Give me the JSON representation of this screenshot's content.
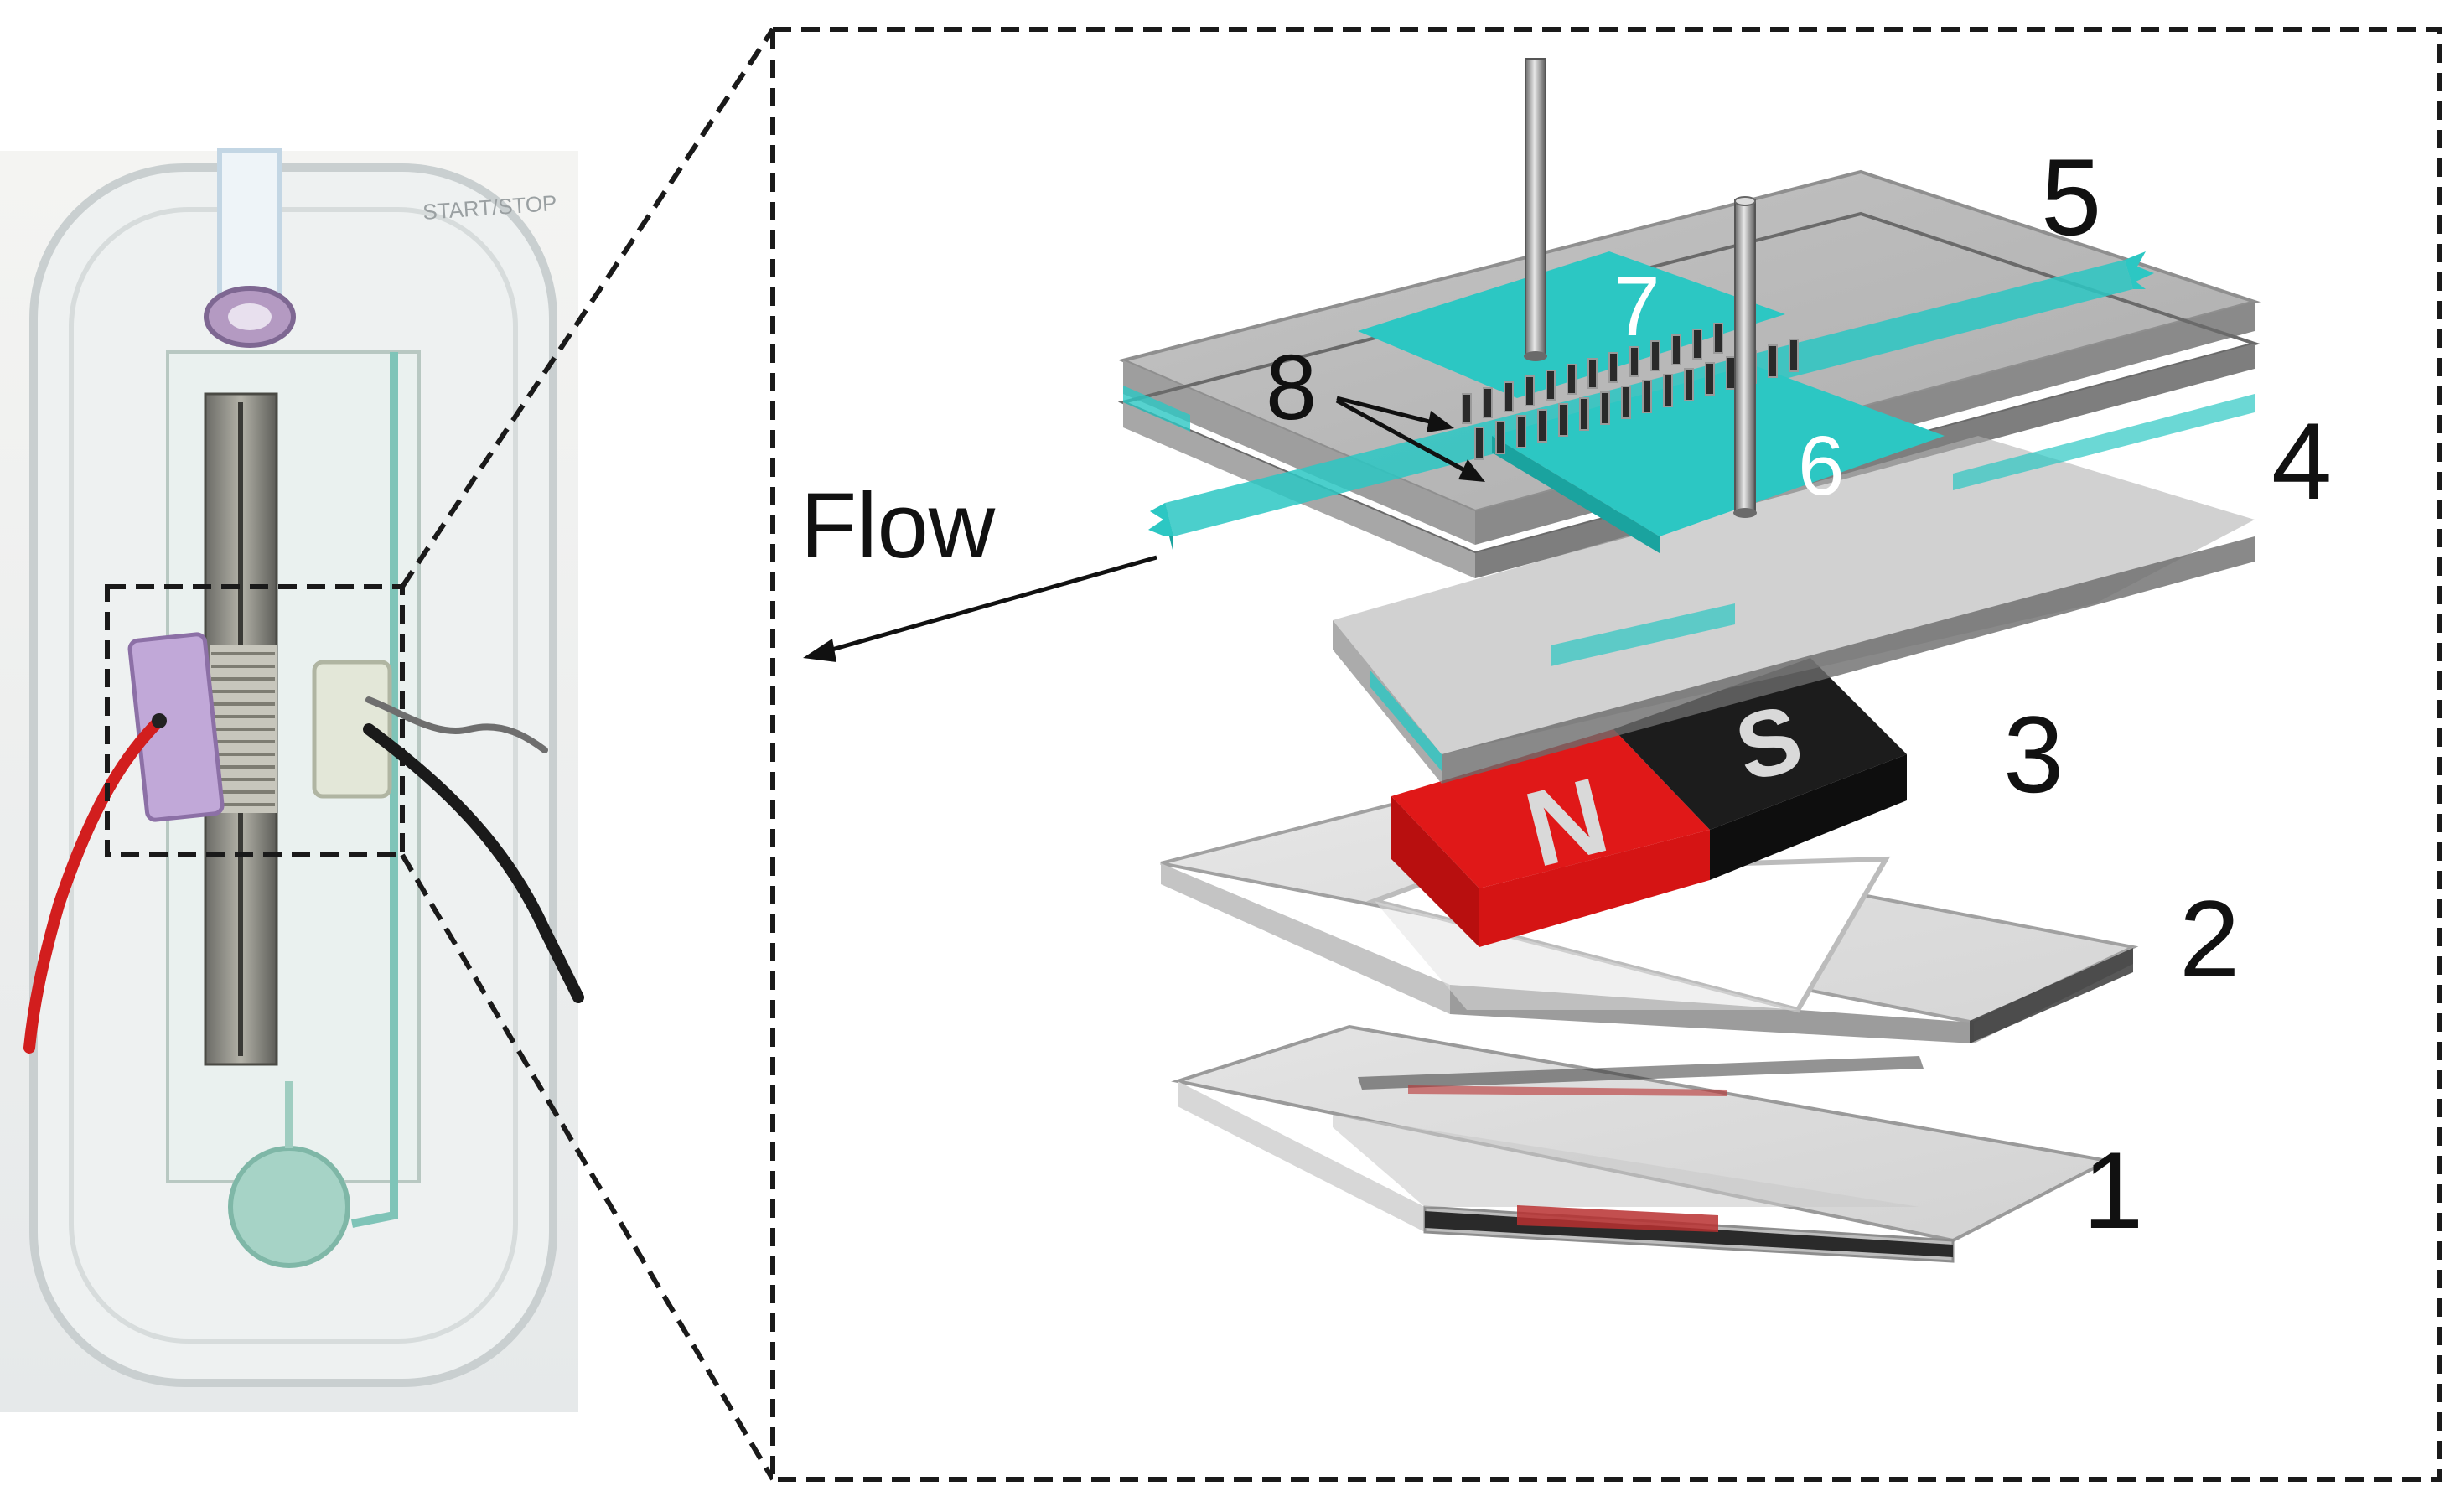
{
  "labels": {
    "flow": "Flow",
    "part_1": "1",
    "part_2": "2",
    "part_3": "3",
    "part_4": "4",
    "part_5": "5",
    "part_6": "6",
    "part_7": "7",
    "part_8": "8"
  },
  "magnet": {
    "north": "N",
    "south": "S",
    "north_color": "#e11a1a",
    "south_color": "#141414"
  },
  "photo_lettering": "START/STOP",
  "colors": {
    "electrode_cyan": "#2cc7c3",
    "glass": "#cfcfcf",
    "glass_edge": "#4a4a4a",
    "dashed_line": "#1a1a1a",
    "red_wire": "#d21e1e",
    "black_wire": "#1a1a1a"
  }
}
